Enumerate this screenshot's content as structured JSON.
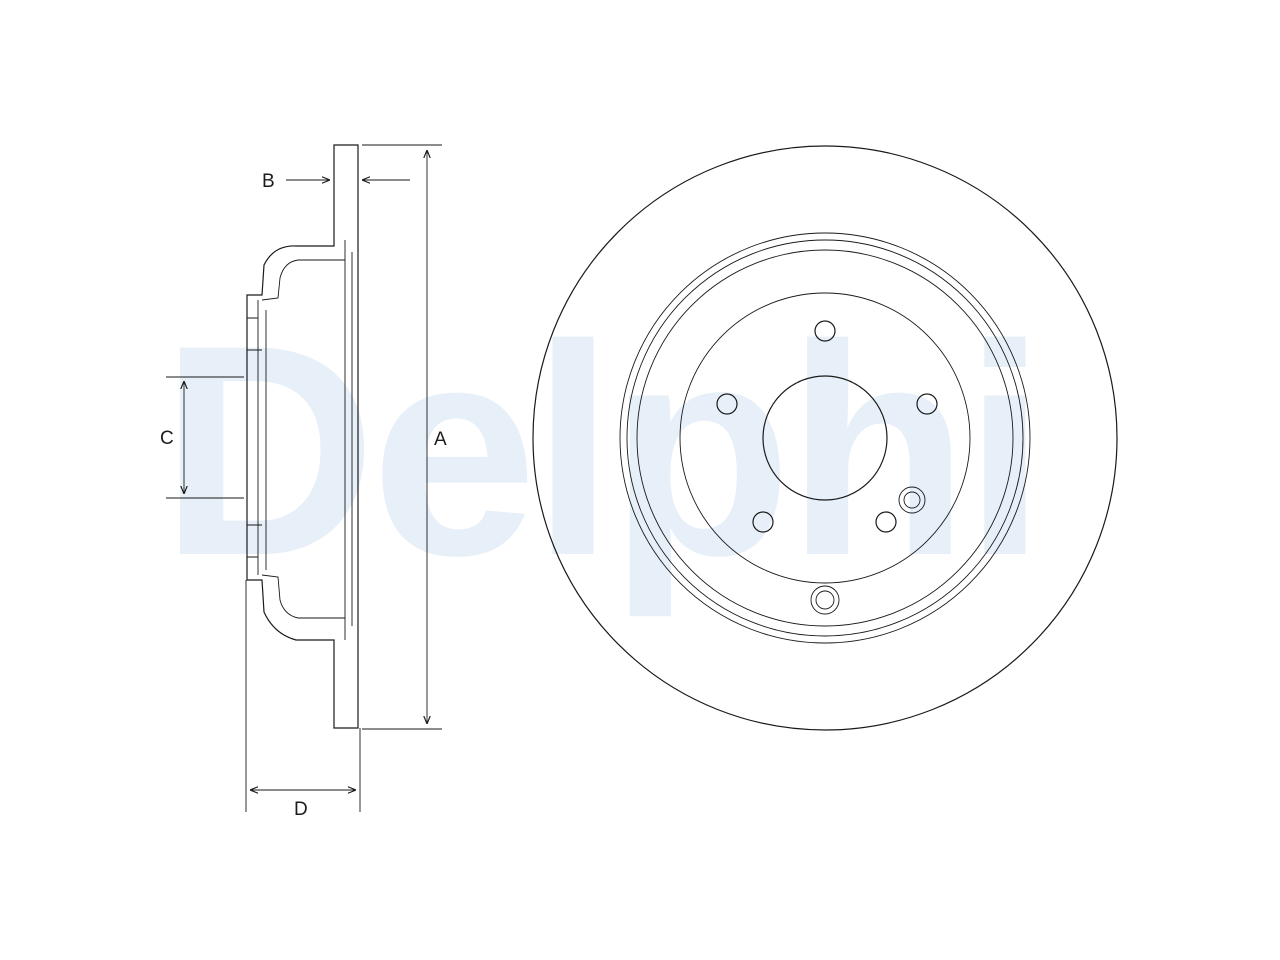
{
  "watermark": {
    "text": "Delphi",
    "color": "#e7eff8"
  },
  "colors": {
    "line": "#1a1a1a",
    "body_fill": "#e3e4e6",
    "background": "#ffffff"
  },
  "dimensions": {
    "A": "A",
    "B": "B",
    "C": "C",
    "D": "D"
  }
}
